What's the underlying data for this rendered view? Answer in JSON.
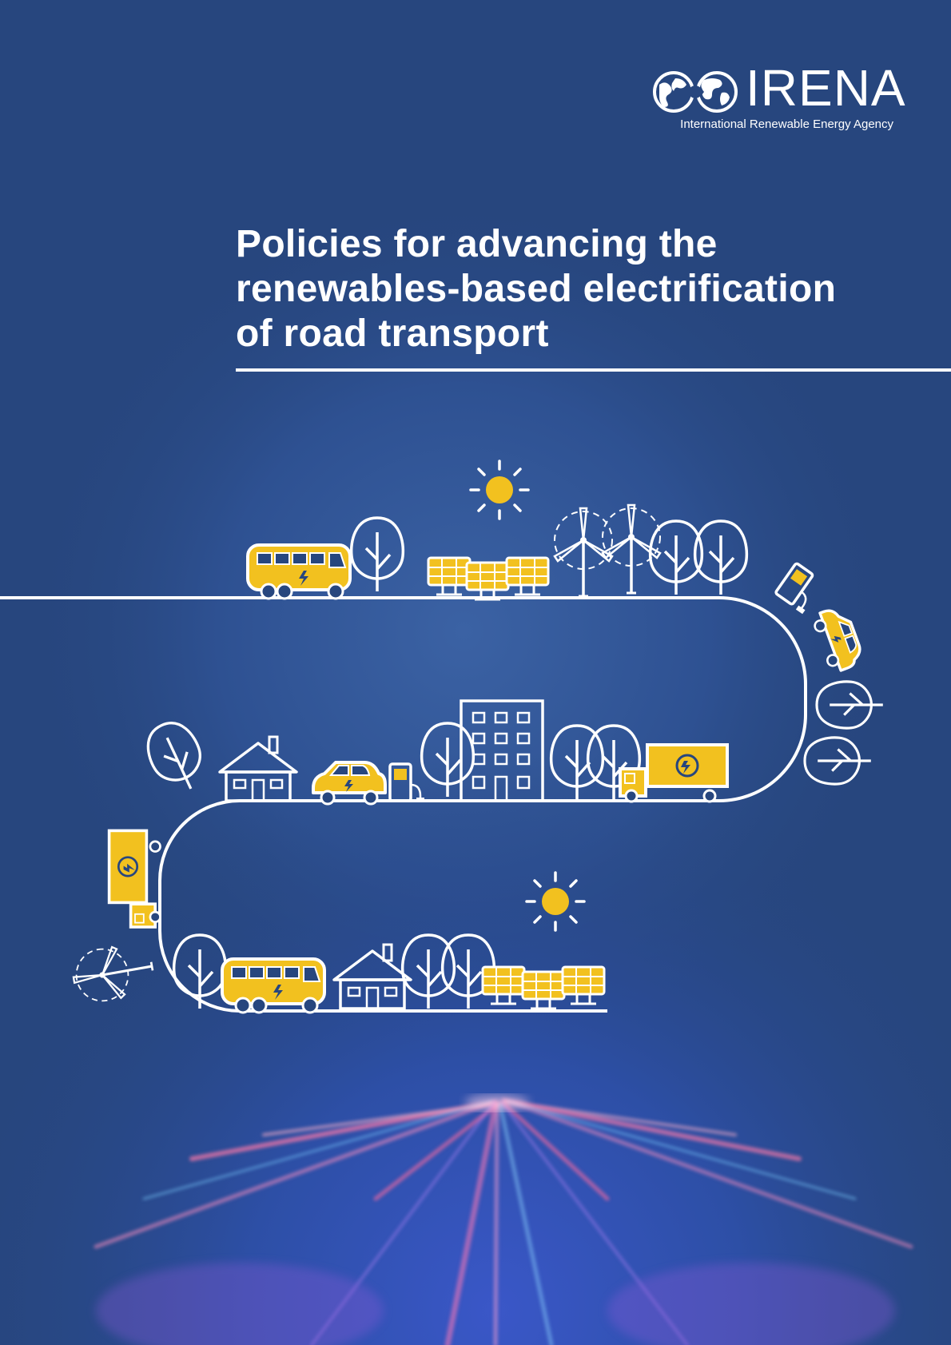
{
  "brand": {
    "name": "IRENA",
    "full_name": "International Renewable Energy Agency",
    "logo_icon": "globe-infinity-logo-icon"
  },
  "report": {
    "title_lines": [
      "Policies for advancing the",
      "renewables-based electrification",
      "of road transport"
    ]
  },
  "colors": {
    "background": "#27467e",
    "accent_yellow": "#f2c11f",
    "line_white": "#ffffff"
  },
  "illustration": {
    "icons": [
      "sun-icon",
      "electric-bus-icon",
      "tree-icon",
      "solar-panel-icon",
      "wind-turbine-icon",
      "charging-station-icon",
      "electric-car-icon",
      "house-icon",
      "office-building-icon",
      "electric-truck-icon"
    ]
  }
}
